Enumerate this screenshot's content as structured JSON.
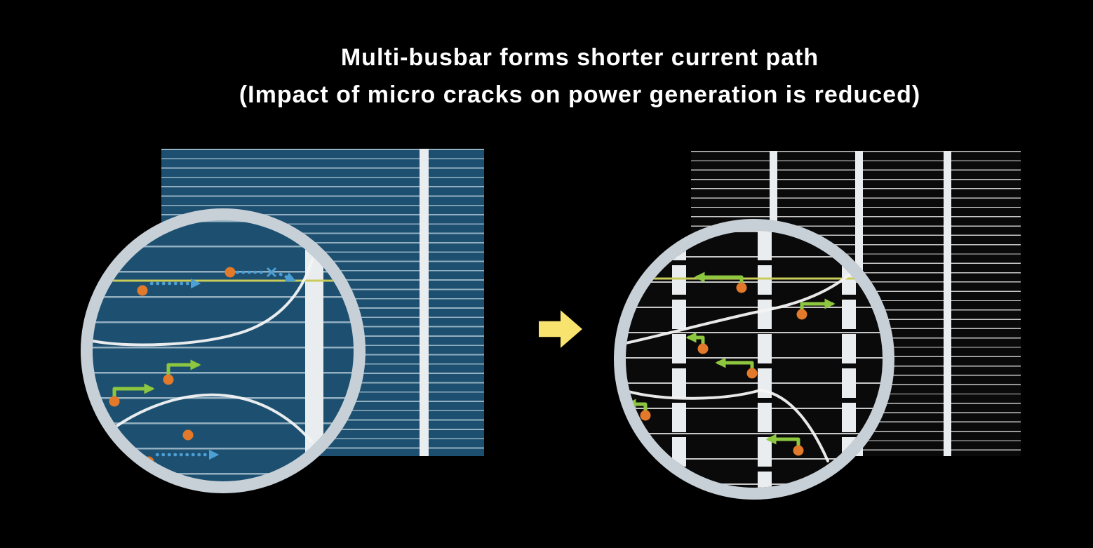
{
  "title": {
    "line1": "Multi-busbar forms shorter current path",
    "line2": "(Impact of micro cracks on power generation is reduced)"
  },
  "icons": {
    "transition_arrow": "right-block-arrow",
    "long_path_marker": "blue-dotted-arrow",
    "short_path_marker": "green-elbow-arrow"
  },
  "colors": {
    "background": "#000000",
    "title_text": "#ffffff",
    "cell_blue": "#1d5070",
    "cell_black": "#0a0a0a",
    "finger_blue": "#93afc0",
    "finger_white_dim": "#c8c8c8",
    "busbar_white": "#e9edef",
    "magnifier_ring": "#c7d0d7",
    "crack_white": "#f4f4f4",
    "yellow_line": "#c9cc5a",
    "electron_orange": "#e2792b",
    "long_path_blue": "#4da0d6",
    "short_path_green": "#8dc63f",
    "transition_arrow_yellow": "#f9e36f"
  }
}
